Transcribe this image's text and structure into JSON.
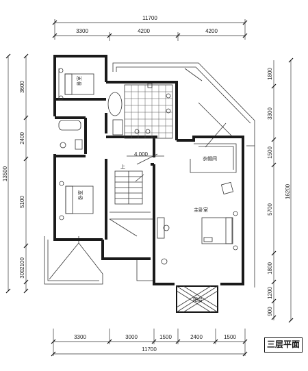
{
  "plan_title": "三层平面",
  "top_dimensions": {
    "overall": "11700",
    "segments": [
      "3300",
      "4200",
      "4200"
    ]
  },
  "bottom_dimensions": {
    "overall": "11700",
    "segments": [
      "3300",
      "3000",
      "1500",
      "2400",
      "1500"
    ]
  },
  "left_dimensions": {
    "overall": "13500",
    "segments": [
      "3600",
      "2400",
      "5100",
      "2100",
      "300"
    ]
  },
  "right_dimensions": {
    "overall": "16200",
    "segments": [
      "1800",
      "3300",
      "1500",
      "5700",
      "1800",
      "1200",
      "900"
    ]
  },
  "stair_dimension": "4.000",
  "rooms": {
    "bedroom_top": "卧室",
    "bedroom_bottom": "卧室",
    "closet": "衣帽间",
    "master_bedroom": "主卧室",
    "balcony": "阳台"
  },
  "stair_label": "上"
}
